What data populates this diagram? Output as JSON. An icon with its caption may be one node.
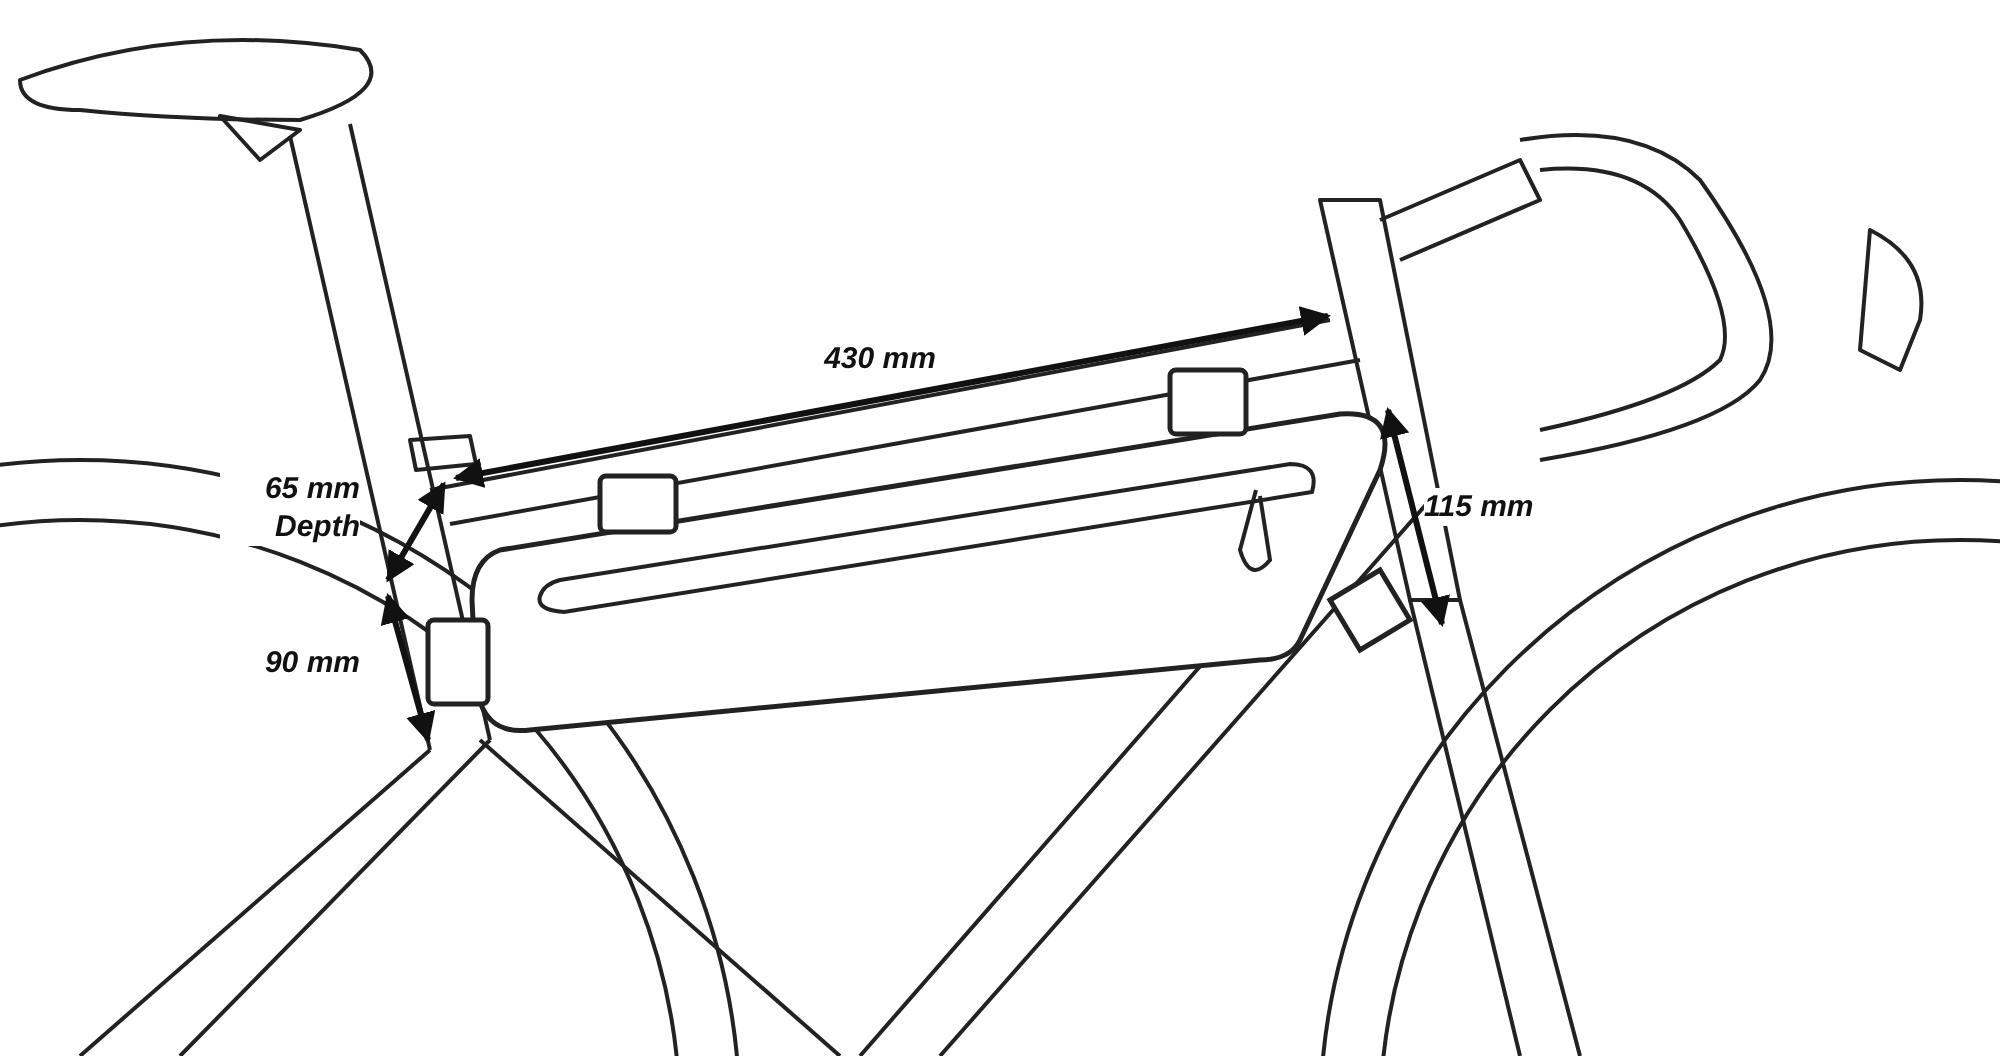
{
  "diagram": {
    "labels": [
      "430 mm",
      "65 mm Depth",
      "90 mm",
      "115 mm"
    ]
  }
}
